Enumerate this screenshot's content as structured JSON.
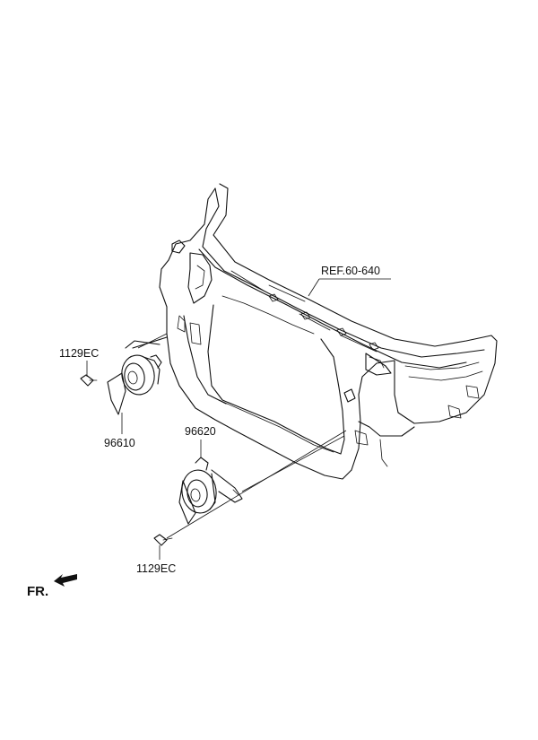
{
  "labels": {
    "ref": "REF.60-640",
    "bolt_left": "1129EC",
    "horn_left": "96610",
    "horn_right": "96620",
    "bolt_bottom": "1129EC",
    "front": "FR."
  },
  "icons": {
    "front_arrow": "front-direction-arrow-icon"
  }
}
